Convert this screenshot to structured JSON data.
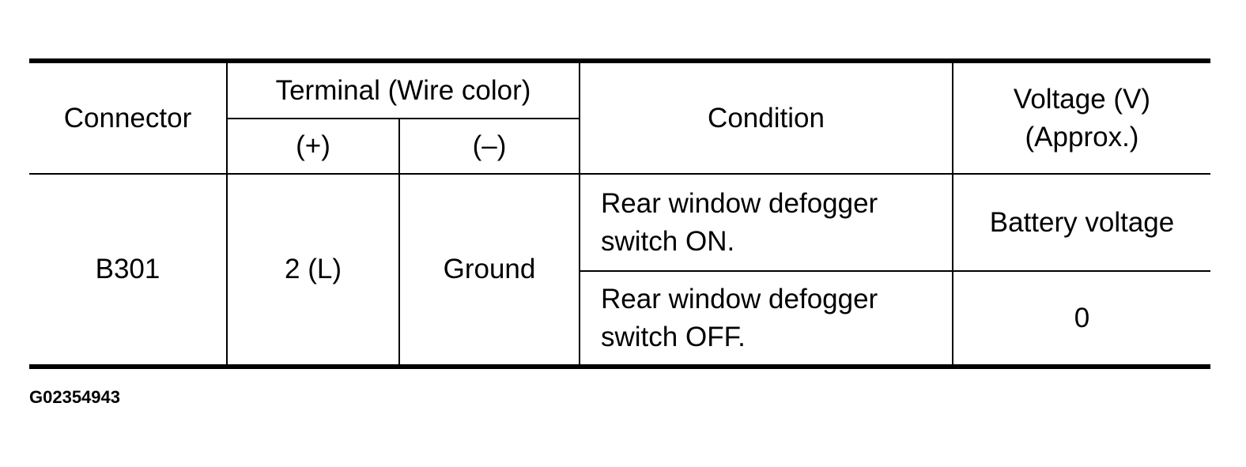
{
  "table": {
    "headers": {
      "connector": "Connector",
      "terminal": "Terminal (Wire color)",
      "plus": "(+)",
      "minus": "(–)",
      "condition": "Condition",
      "voltage_line1": "Voltage (V)",
      "voltage_line2": "(Approx.)"
    },
    "rows": [
      {
        "connector": "B301",
        "plus": "2 (L)",
        "minus": "Ground",
        "condition_line1": "Rear window defogger",
        "condition_line2": "switch ON.",
        "voltage": "Battery voltage"
      },
      {
        "condition_line1": "Rear window defogger",
        "condition_line2": "switch OFF.",
        "voltage": "0"
      }
    ]
  },
  "figure_id": "G02354943"
}
